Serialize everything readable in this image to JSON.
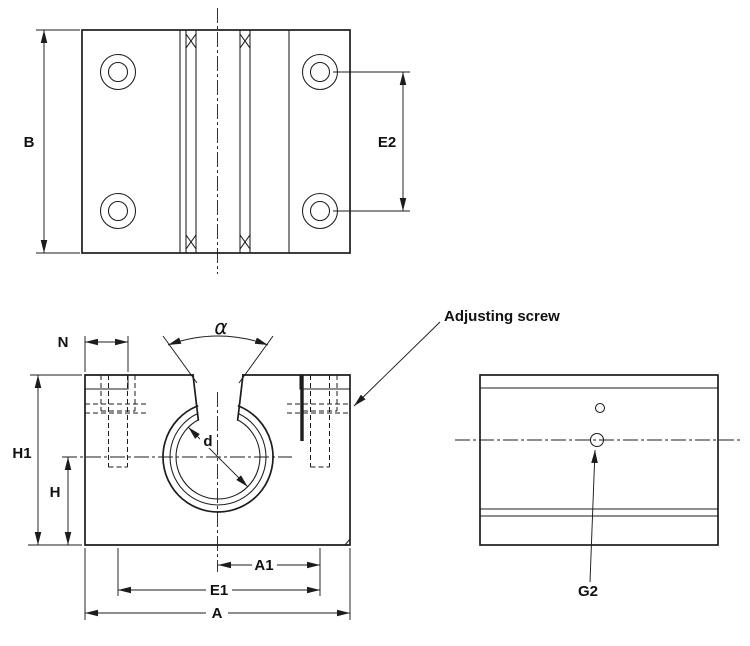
{
  "page": {
    "background": "#ffffff"
  },
  "views": {
    "top": {
      "name": "top-view",
      "dims": {
        "b": "B",
        "e2": "E2"
      }
    },
    "front": {
      "name": "front-view",
      "dims": {
        "n": "N",
        "alpha": "α",
        "h1": "H1",
        "h": "H",
        "d": "d",
        "a1": "A1",
        "e1": "E1",
        "a": "A"
      },
      "callout": "Adjusting screw"
    },
    "side": {
      "name": "side-view",
      "dims": {
        "g2": "G2"
      }
    }
  },
  "colors": {
    "line": "#1c1c1c",
    "background": "#ffffff"
  }
}
